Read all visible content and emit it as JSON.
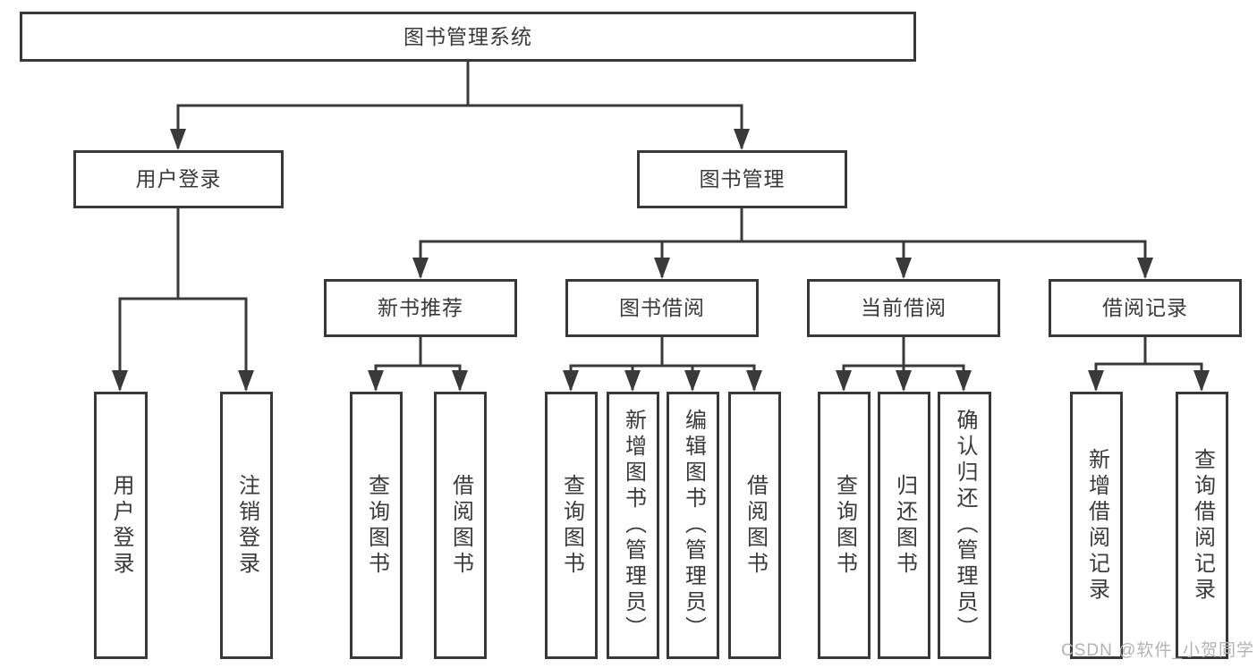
{
  "diagram": {
    "root_label": "图书管理系统",
    "login_branch": {
      "label": "用户登录",
      "leaves": [
        "用户登录",
        "注销登录"
      ]
    },
    "manage_branch": {
      "label": "图书管理",
      "groups": [
        {
          "label": "新书推荐",
          "leaves": [
            "查询图书",
            "借阅图书"
          ]
        },
        {
          "label": "图书借阅",
          "leaves": [
            "查询图书",
            "新增图书（管理员）",
            "编辑图书（管理员）",
            "借阅图书"
          ]
        },
        {
          "label": "当前借阅",
          "leaves": [
            "查询图书",
            "归还图书",
            "确认归还（管理员）"
          ]
        },
        {
          "label": "借阅记录",
          "leaves": [
            "新增借阅记录",
            "查询借阅记录"
          ]
        }
      ]
    }
  },
  "watermark": {
    "text": "CSDN @软件_小贺同学"
  },
  "colors": {
    "line": "#3a3a3a",
    "box_border": "#383838",
    "text": "#3a3a3a",
    "watermark": "#b3b3b3",
    "background": "#ffffff"
  }
}
